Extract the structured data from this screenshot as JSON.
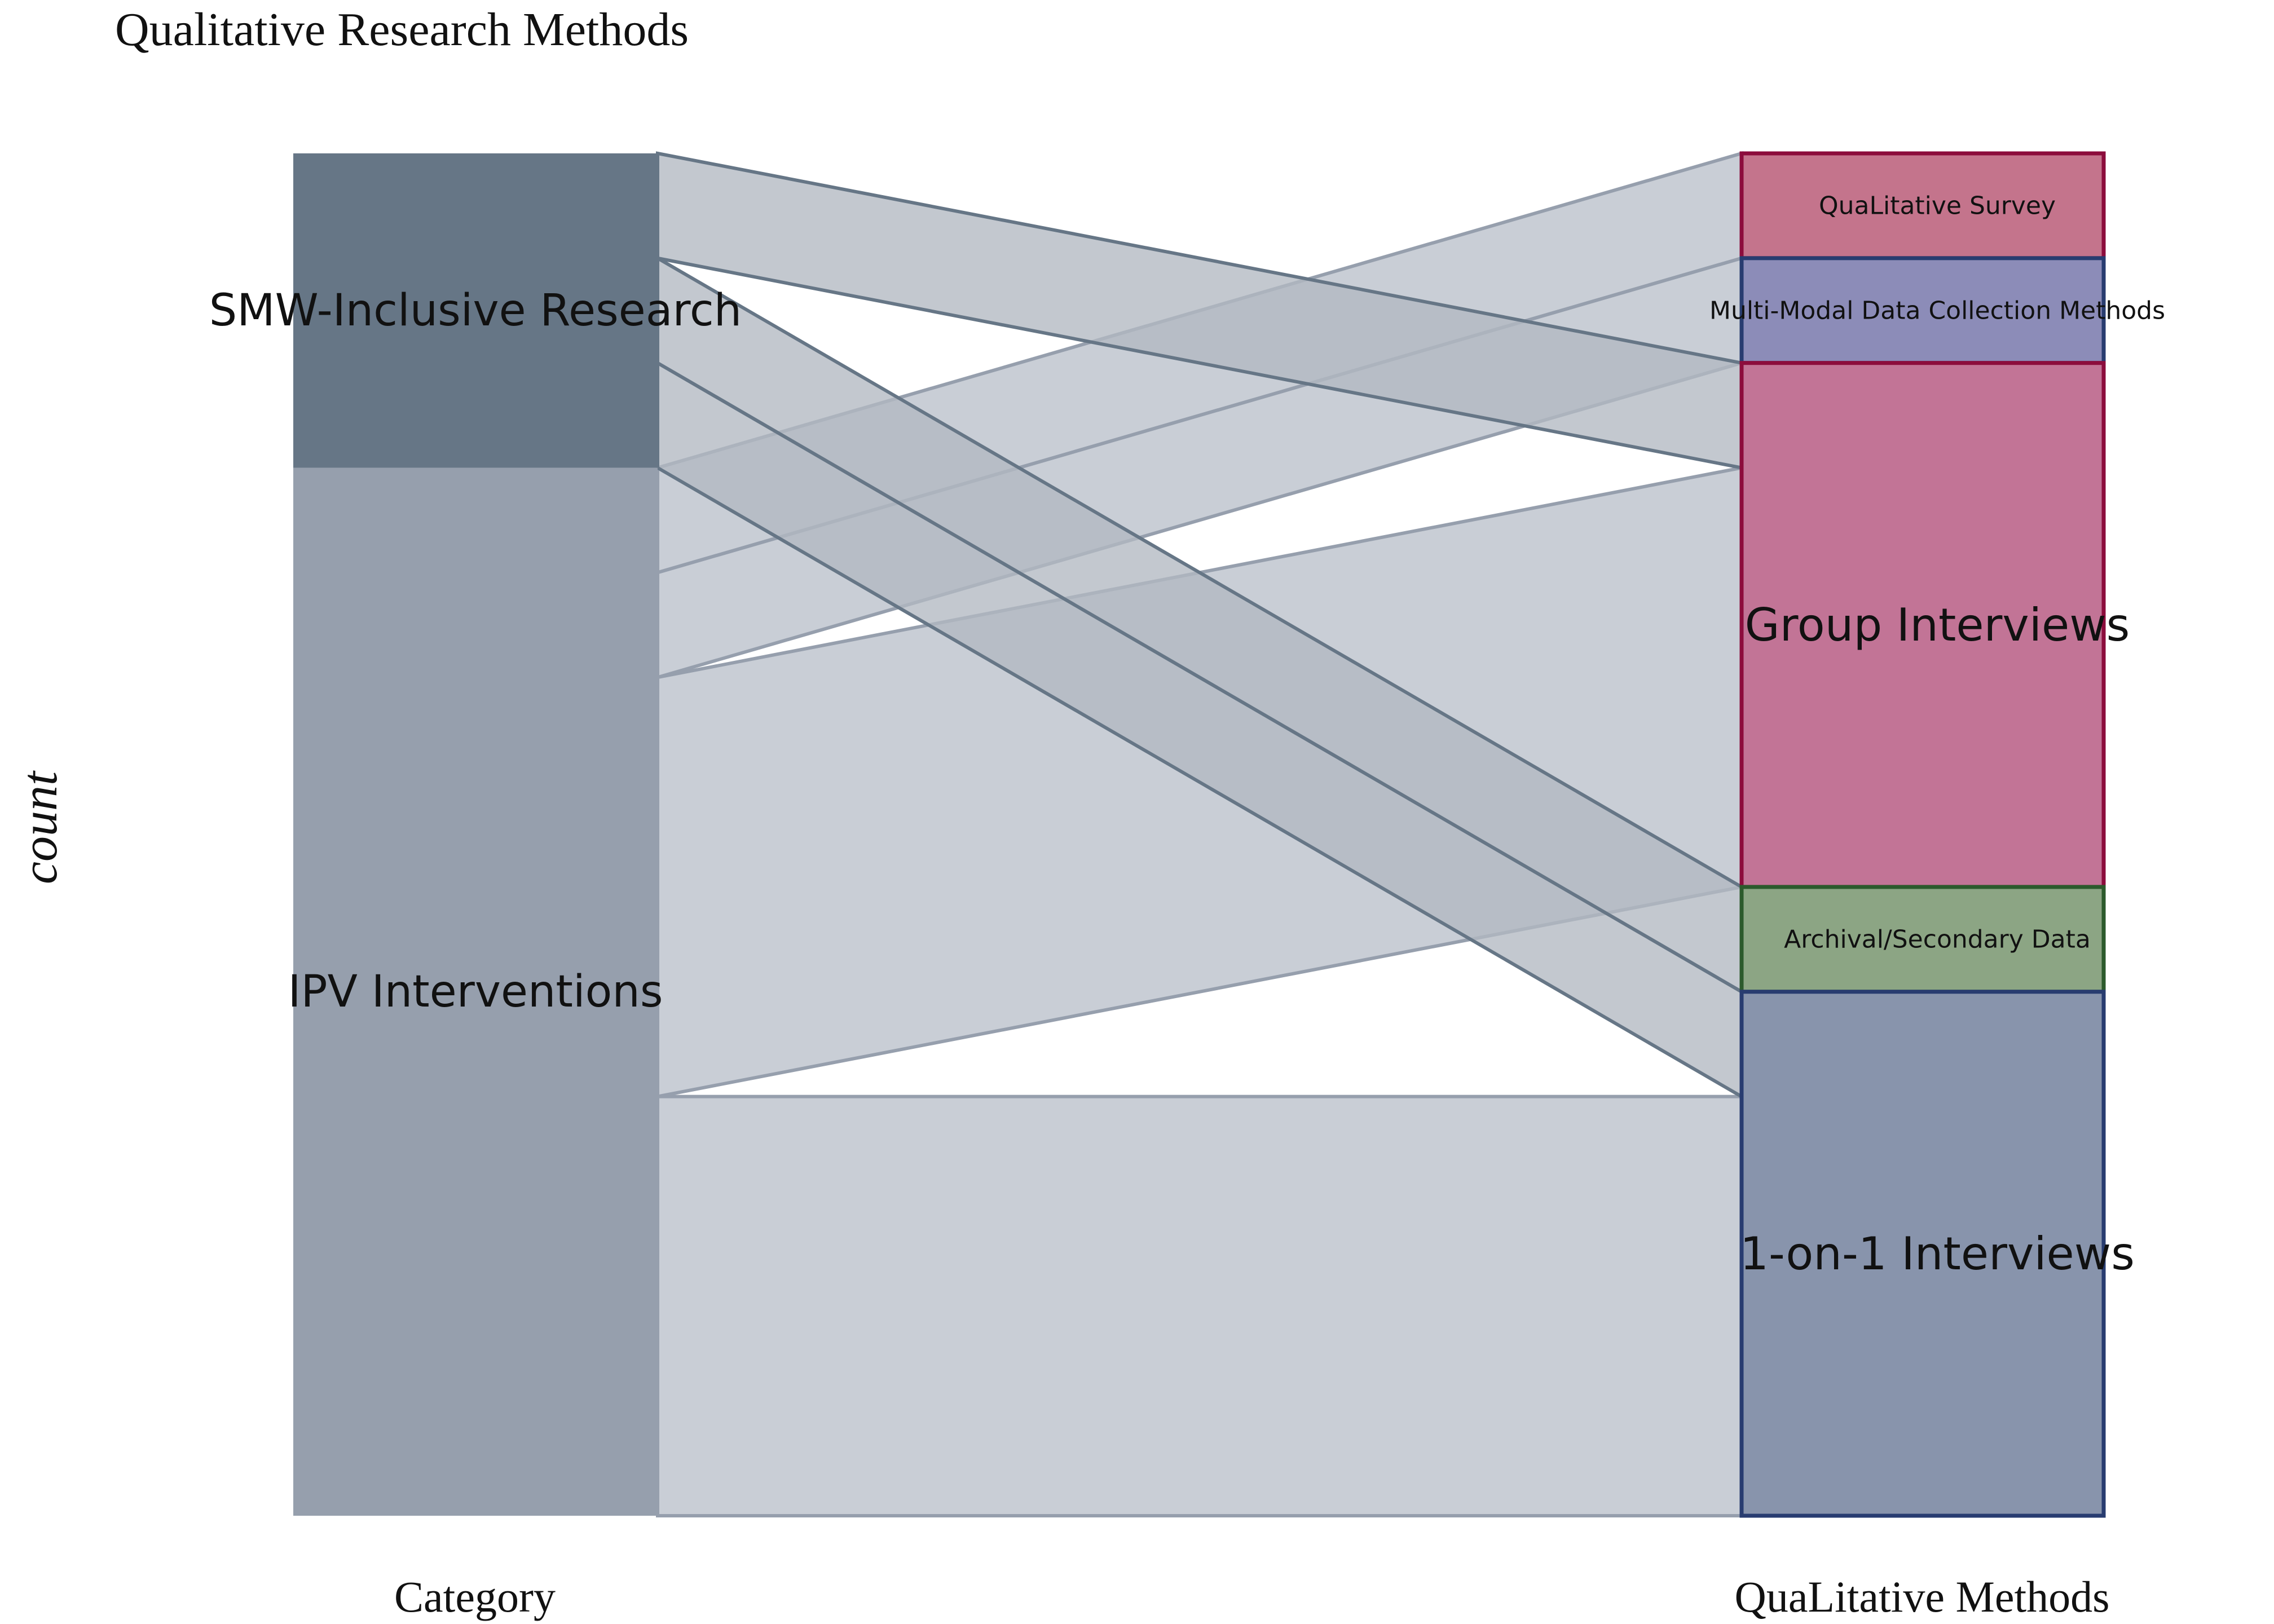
{
  "chart_data": {
    "type": "alluvial",
    "title": "Qualitative Research Methods",
    "ylabel": "count",
    "axes": [
      {
        "label": "Category"
      },
      {
        "label": "QuaLitative Methods"
      }
    ],
    "left_nodes": [
      {
        "id": "smw",
        "label": "SMW-Inclusive Research",
        "fill": "#667686"
      },
      {
        "id": "ipv",
        "label": "IPV Interventions",
        "fill": "#969FAD"
      }
    ],
    "right_nodes": [
      {
        "id": "survey",
        "label": "QuaLitative Survey",
        "fill": "#C4748C",
        "stroke": "#8C0C3C",
        "size": "small"
      },
      {
        "id": "mmdc",
        "label": "Multi-Modal Data Collection Methods",
        "fill": "#8C8CB8",
        "stroke": "#283C70",
        "size": "small"
      },
      {
        "id": "group",
        "label": "Group Interviews",
        "fill": "#C27496",
        "stroke": "#8C0C3C",
        "size": "large"
      },
      {
        "id": "archive",
        "label": "Archival/Secondary Data",
        "fill": "#8CA584",
        "stroke": "#2C5A2C",
        "size": "small"
      },
      {
        "id": "oneone",
        "label": "1-on-1 Interviews",
        "fill": "#8894AC",
        "stroke": "#283C70",
        "size": "large"
      }
    ],
    "flows": [
      {
        "source": "smw",
        "target": "group",
        "value": 1
      },
      {
        "source": "smw",
        "target": "oneone",
        "value": 1
      },
      {
        "source": "smw",
        "target": "archive",
        "value": 1
      },
      {
        "source": "ipv",
        "target": "survey",
        "value": 1
      },
      {
        "source": "ipv",
        "target": "mmdc",
        "value": 1
      },
      {
        "source": "ipv",
        "target": "group",
        "value": 4
      },
      {
        "source": "ipv",
        "target": "oneone",
        "value": 4
      }
    ],
    "total": 13,
    "colors": {
      "smw_flow_fill": "#B2B9C1",
      "smw_flow_stroke": "#667686",
      "ipv_flow_fill": "#C9CED6",
      "ipv_flow_stroke": "#969FAD",
      "overlap_fill": "#A4ACB6"
    }
  }
}
